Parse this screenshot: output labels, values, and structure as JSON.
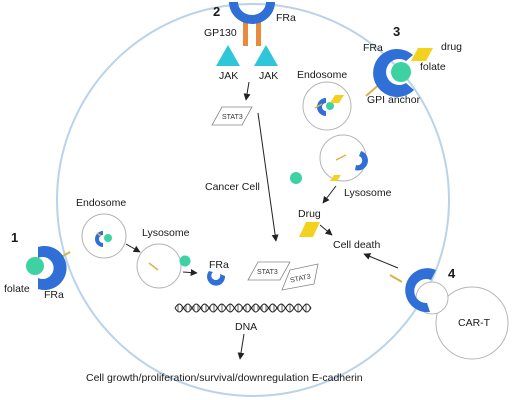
{
  "labels": {
    "num1": "1",
    "num2": "2",
    "num3": "3",
    "num4": "4",
    "folate_left": "folate",
    "fra_left": "FRa",
    "fra_top": "FRa",
    "gp130": "GP130",
    "jak_left": "JAK",
    "jak_right": "JAK",
    "fra_right": "FRa",
    "drug_top": "drug",
    "folate_right": "folate",
    "gpi_anchor": "GPI anchor",
    "endosome_right": "Endosome",
    "endosome_left": "Endosome",
    "stat3_top": "STAT3",
    "cancer_cell": "Cancer Cell",
    "lysosome_right": "Lysosome",
    "lysosome_left": "Lysosome",
    "drug_mid": "Drug",
    "cell_death": "Cell death",
    "fra_mid": "FRa",
    "stat3_a": "STAT3",
    "stat3_b": "STAT3",
    "dna": "DNA",
    "car_t": "CAR-T",
    "outcome": "Cell growth/proliferation/survival/downregulation E-cadherin"
  },
  "colors": {
    "membrane": "#b9d3ea",
    "receptor_blue": "#2f6fd6",
    "folate_green": "#3ed2a2",
    "drug_yellow": "#f2d21e",
    "jak_cyan": "#2ec6d8",
    "gp130_orange": "#e98a3c",
    "anchor_gold": "#d8b44a",
    "vesicle_gray": "#b5b5b5"
  },
  "icons": {
    "receptor": "crescent-receptor-icon",
    "folate": "green-circle-icon",
    "drug": "yellow-parallelogram-icon",
    "jak": "cyan-triangle-icon",
    "dna": "double-helix-icon"
  }
}
